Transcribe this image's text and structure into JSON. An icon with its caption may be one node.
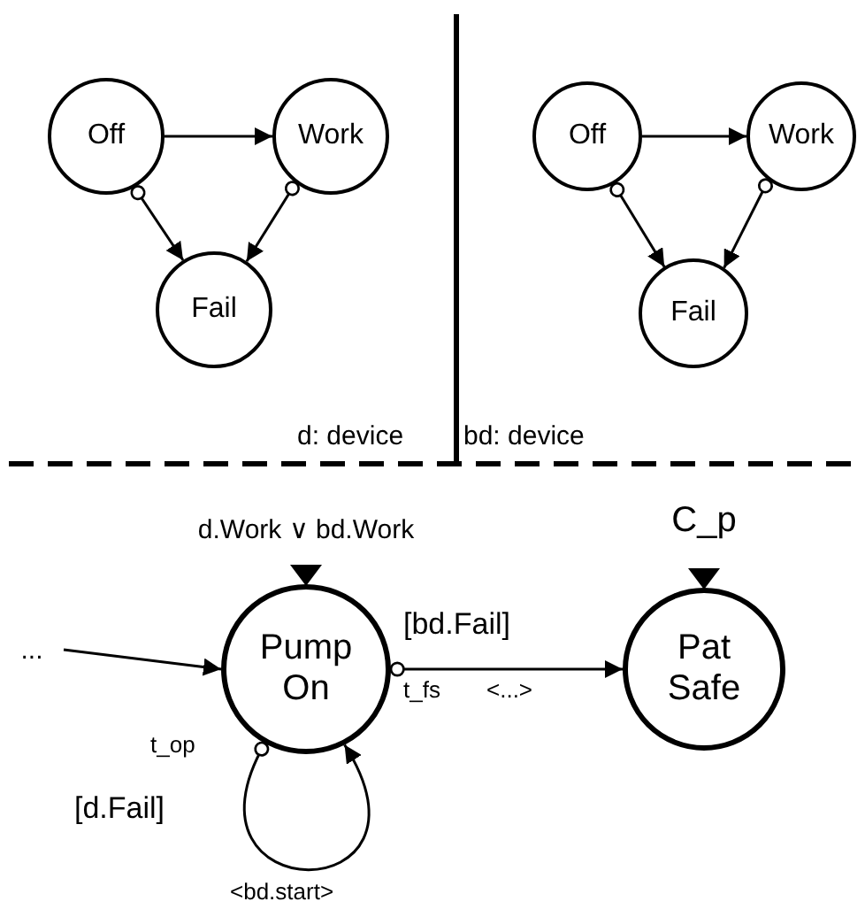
{
  "diagram": {
    "nodes": [
      {
        "text": [
          "Off"
        ]
      },
      {
        "text": [
          "Work"
        ]
      },
      {
        "text": [
          "Fail"
        ]
      },
      {
        "text": [
          "Off"
        ]
      },
      {
        "text": [
          "Work"
        ]
      },
      {
        "text": [
          "Fail"
        ]
      },
      {
        "text": [
          "..."
        ]
      },
      {
        "text": [
          "Pump On"
        ],
        "beside": [
          "d.Work ∨ bd.Work"
        ]
      },
      {
        "text": [
          "Pat Safe"
        ],
        "beside": [
          "C_p"
        ]
      }
    ],
    "edges": [
      {
        "from": 0,
        "to": 1,
        "arrow": "to"
      },
      {
        "from": 0,
        "to": 2,
        "arrow": "to"
      },
      {
        "from": 1,
        "to": 2,
        "arrow": "to"
      },
      {
        "from": 3,
        "to": 4,
        "arrow": "to"
      },
      {
        "from": 3,
        "to": 5,
        "arrow": "to"
      },
      {
        "from": 4,
        "to": 5,
        "arrow": "to"
      },
      {
        "from": 6,
        "to": 7,
        "arrow": "to"
      },
      {
        "from": 7,
        "to": 8,
        "arrow": "to",
        "label": "[bd.Fail]"
      },
      {
        "from": 7,
        "to": 7,
        "arrow": "to",
        "label": "[d.Fail]"
      }
    ],
    "labels": [
      "d: device",
      "bd: device",
      "t_fs",
      "<...>",
      "t_op",
      "<bd.start>"
    ]
  }
}
